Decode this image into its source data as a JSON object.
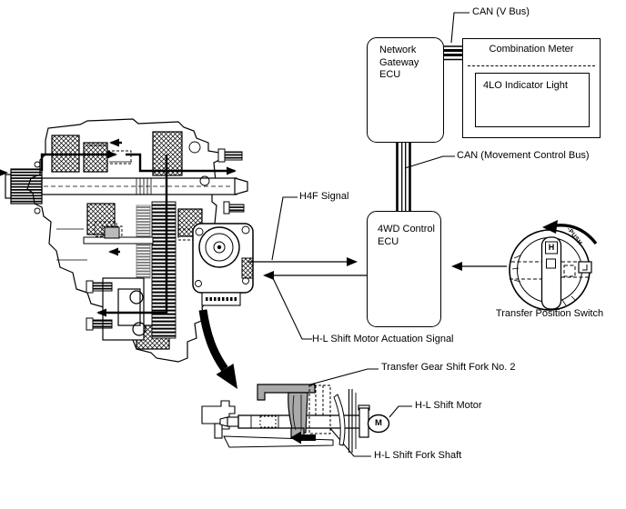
{
  "nodes": {
    "network_gateway_ecu": {
      "label": "Network\nGateway\nECU"
    },
    "combination_meter": {
      "title": "Combination Meter",
      "indicator_label": "4LO Indicator Light"
    },
    "fourwd_control_ecu": {
      "label": "4WD Control\nECU"
    },
    "transfer_position_switch": {
      "label": "Transfer Position Switch",
      "position_letter": "H",
      "push_label": "-PUSH-"
    }
  },
  "signal_labels": {
    "can_v_bus": "CAN (V Bus)",
    "can_movement_bus": "CAN (Movement Control Bus)",
    "h4f_signal": "H4F Signal",
    "hl_shift_motor_actuation": "H-L Shift Motor Actuation Signal"
  },
  "detail_labels": {
    "transfer_gear_shift_fork": "Transfer Gear Shift Fork No. 2",
    "hl_shift_motor": "H-L Shift Motor",
    "hl_shift_motor_letter": "M",
    "hl_shift_fork_shaft": "H-L Shift Fork Shaft"
  },
  "colors": {
    "line": "#000000",
    "fork_fill": "#a9a9a9",
    "background": "#ffffff"
  }
}
